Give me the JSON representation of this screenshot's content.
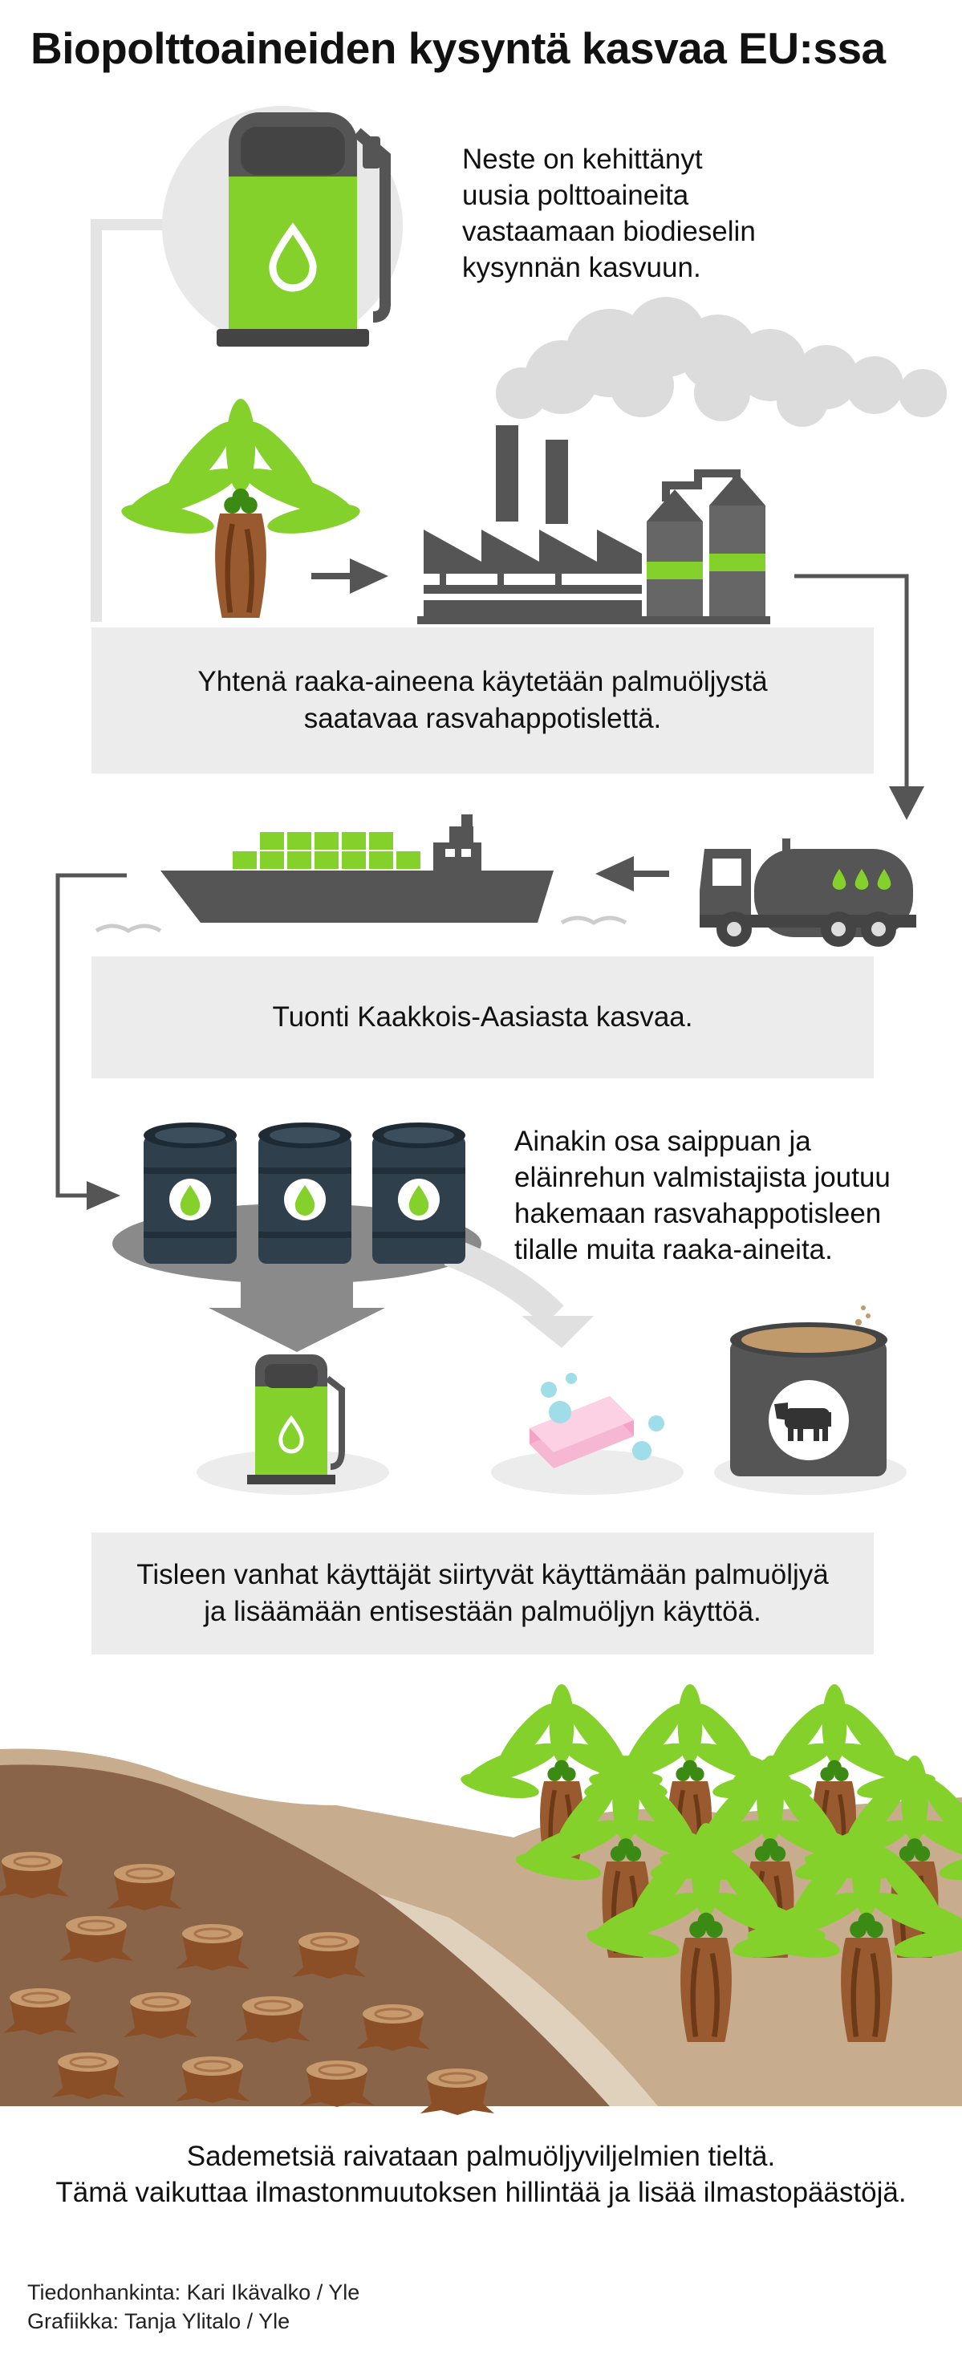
{
  "title": "Biopolttoaineiden kysyntä kasvaa EU:ssa",
  "step1": {
    "text": [
      "Neste on kehittänyt",
      "uusia polttoaineita",
      "vastaamaan biodieselin",
      "kysynnän kasvuun."
    ]
  },
  "step2": {
    "text": [
      "Yhtenä raaka-aineena käytetään palmuöljystä",
      "saatavaa rasvahappotislettä."
    ]
  },
  "step3": {
    "text": [
      "Tuonti Kaakkois-Aasiasta kasvaa."
    ]
  },
  "step4": {
    "text": [
      "Ainakin osa saippuan ja",
      "eläinrehun valmistajista joutuu",
      "hakemaan rasvahappotisleen",
      "tilalle muita raaka-aineita."
    ]
  },
  "step5": {
    "text": [
      "Tisleen vanhat käyttäjät siirtyvät käyttämään palmuöljyä",
      "ja lisäämään entisestään palmuöljyn käyttöä."
    ]
  },
  "step6": {
    "text": [
      "Sademetsiä raivataan palmuöljyviljelmien tieltä.",
      "Tämä vaikuttaa ilmastonmuutoksen hillintää ja lisää ilmastopäästöjä."
    ]
  },
  "credits": {
    "research": "Tiedonhankinta: Kari Ikävalko / Yle",
    "graphics": "Grafiikka: Tanja Ylitalo / Yle"
  },
  "colors": {
    "green": "#84d12b",
    "dark_gray": "#555555",
    "mid_gray": "#8a8a8a",
    "light_box": "#ececec",
    "barrel_blue": "#2f3f4b",
    "soap_pink": "#f4a2c5",
    "soil_brown": "#8a6448",
    "trunk_brown": "#9a5a30"
  },
  "icons": [
    "fuel-pump-icon",
    "palm-tree-icon",
    "factory-icon",
    "tanker-truck-icon",
    "cargo-ship-icon",
    "oil-barrel-icon",
    "soap-icon",
    "feed-container-icon",
    "cow-icon",
    "tree-stump-icon",
    "arrow-icon"
  ]
}
